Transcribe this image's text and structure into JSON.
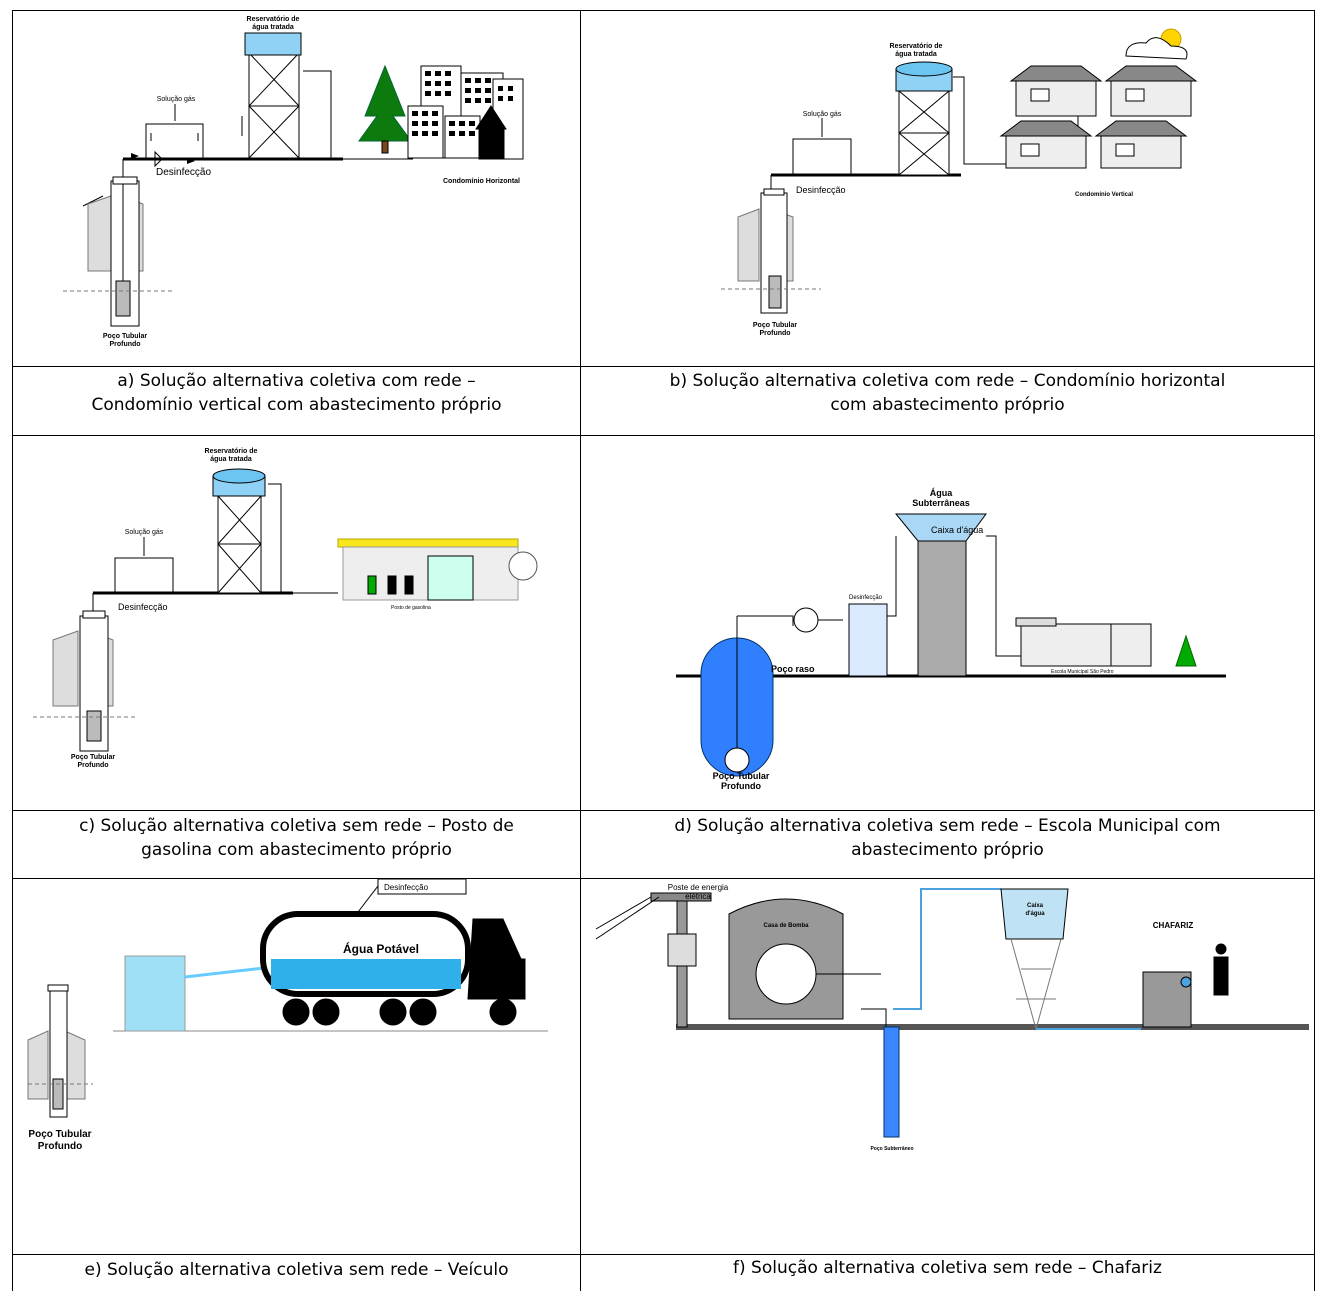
{
  "panels": {
    "a": {
      "caption_line1": "a) Solução alternativa coletiva com rede –",
      "caption_line2": "Condomínio vertical com abastecimento próprio",
      "reservoir": "Reservatório de",
      "reservoir2": "água tratada",
      "gas": "Solução gás",
      "disinfection": "Desinfecção",
      "well": "Poço Tubular",
      "well2": "Profundo",
      "community": "Condomínio Horizontal"
    },
    "b": {
      "caption_line1": "b) Solução alternativa coletiva com rede – Condomínio horizontal",
      "caption_line2": "com abastecimento próprio",
      "reservoir": "Reservatório de",
      "reservoir2": "água tratada",
      "gas": "Solução gás",
      "disinfection": "Desinfecção",
      "well": "Poço Tubular",
      "well2": "Profundo",
      "community": "Condomínio Vertical"
    },
    "c": {
      "caption_line1": "c) Solução alternativa coletiva sem rede – Posto de",
      "caption_line2": "gasolina com abastecimento próprio",
      "reservoir": "Reservatório de",
      "reservoir2": "água tratada",
      "gas": "Solução gás",
      "disinfection": "Desinfecção",
      "well": "Poço Tubular",
      "well2": "Profundo",
      "station": "Posto de gasolina"
    },
    "d": {
      "caption_line1": "d) Solução alternativa coletiva sem rede – Escola Municipal com",
      "caption_line2": "abastecimento próprio",
      "water": "Água",
      "water2": "Subterrâneas",
      "tank": "Caixa d'água",
      "disinfection": "Desinfecção",
      "shallow": "Poço raso",
      "well": "Poço Tubular",
      "well2": "Profundo",
      "school": "Escola Municipal São Pedro"
    },
    "e": {
      "caption_line1": "e) Solução alternativa coletiva sem rede – Veículo",
      "disinfection": "Desinfecção",
      "potable": "Água Potável",
      "well": "Poço Tubular",
      "well2": "Profundo"
    },
    "f": {
      "caption_line1": "f) Solução alternativa coletiva sem rede – Chafariz",
      "pole": "Poste de energia",
      "pole2": "elétrica",
      "pumphouse": "Casa de Bomba",
      "tank": "Caixa",
      "tank2": "d'água",
      "fountain": "CHAFARIZ",
      "underground": "Poço Subterrâneo"
    }
  }
}
